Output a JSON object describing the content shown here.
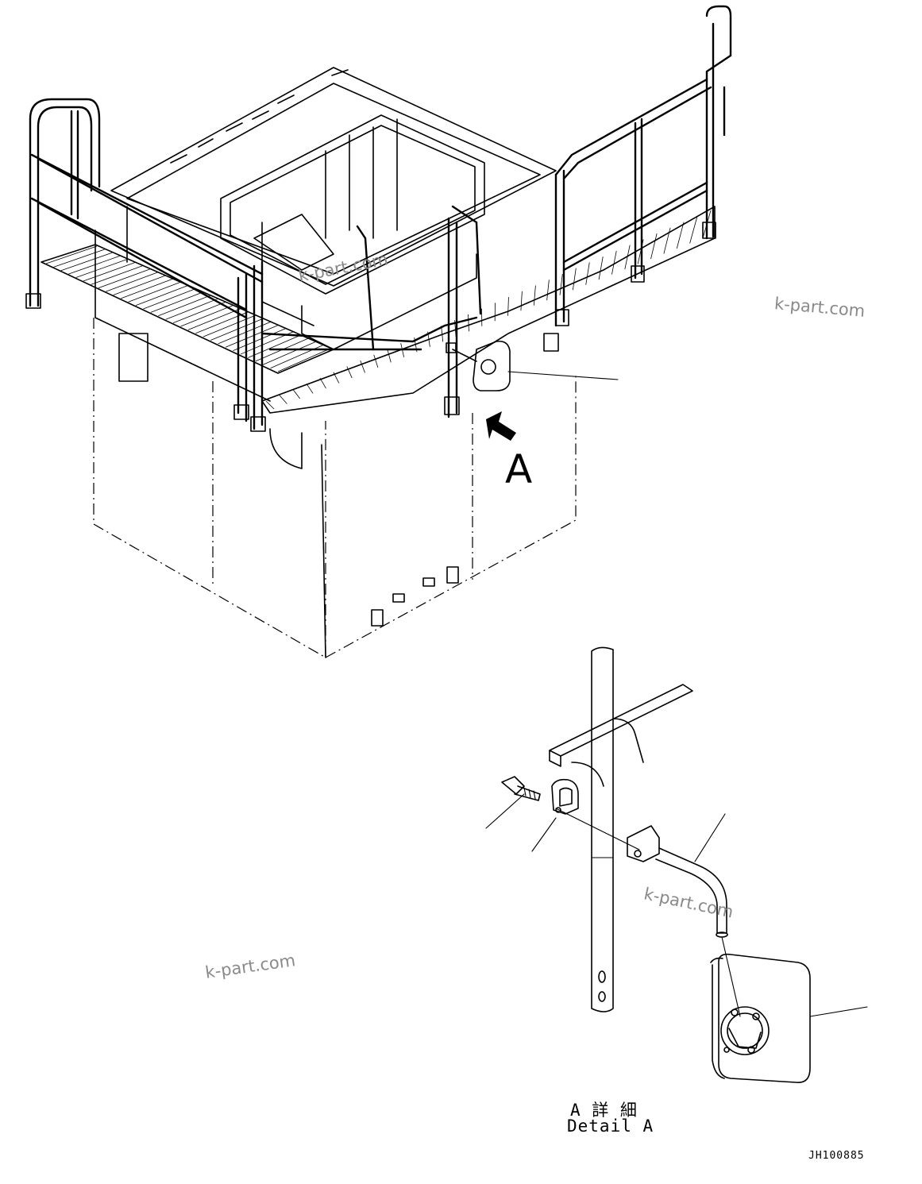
{
  "view_label": "A",
  "watermarks": [
    "k-part.com",
    "k-part.com",
    "k-part.com",
    "k-part.com"
  ],
  "detail_caption": {
    "japanese": "A 詳 細",
    "english": "Detail A"
  },
  "document_id": "JH100885",
  "icons": [
    "view-arrow-icon"
  ]
}
